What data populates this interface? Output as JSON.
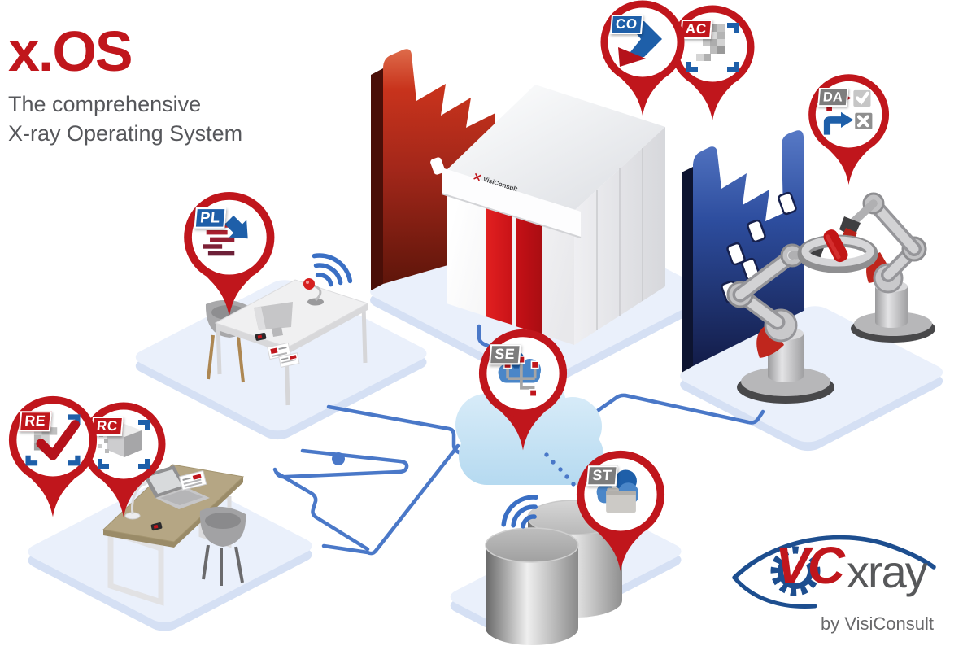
{
  "title": {
    "product": "x.OS",
    "subtitle_line1": "The comprehensive",
    "subtitle_line2": "X-ray Operating System"
  },
  "pins": [
    {
      "code": "CO",
      "badge_color": "#1e5fa9",
      "icon": "convert-arrows-icon"
    },
    {
      "code": "AC",
      "badge_color": "#c0161c",
      "icon": "image-acquisition-icon"
    },
    {
      "code": "DA",
      "badge_color": "#7d7d7d",
      "icon": "sort-check-cross-icon"
    },
    {
      "code": "PL",
      "badge_color": "#1e5fa9",
      "icon": "plan-bars-arrow-icon"
    },
    {
      "code": "RE",
      "badge_color": "#c0161c",
      "icon": "image-check-icon"
    },
    {
      "code": "RC",
      "badge_color": "#c0161c",
      "icon": "cube-scan-icon"
    },
    {
      "code": "SE",
      "badge_color": "#7d7d7d",
      "icon": "cloud-network-icon"
    },
    {
      "code": "ST",
      "badge_color": "#7d7d7d",
      "icon": "cloud-folder-icon"
    }
  ],
  "building": {
    "brand": "VisiConsult"
  },
  "logo": {
    "vc": "VC",
    "xray": "xray",
    "byline": "by VisiConsult"
  },
  "colors": {
    "accent_red": "#c0161c",
    "line_blue": "#4a78c8",
    "icon_blue": "#1e5fa9",
    "platform": "#eaf0fb",
    "cloud": "#c9e4f5",
    "gray_text": "#56575b"
  }
}
